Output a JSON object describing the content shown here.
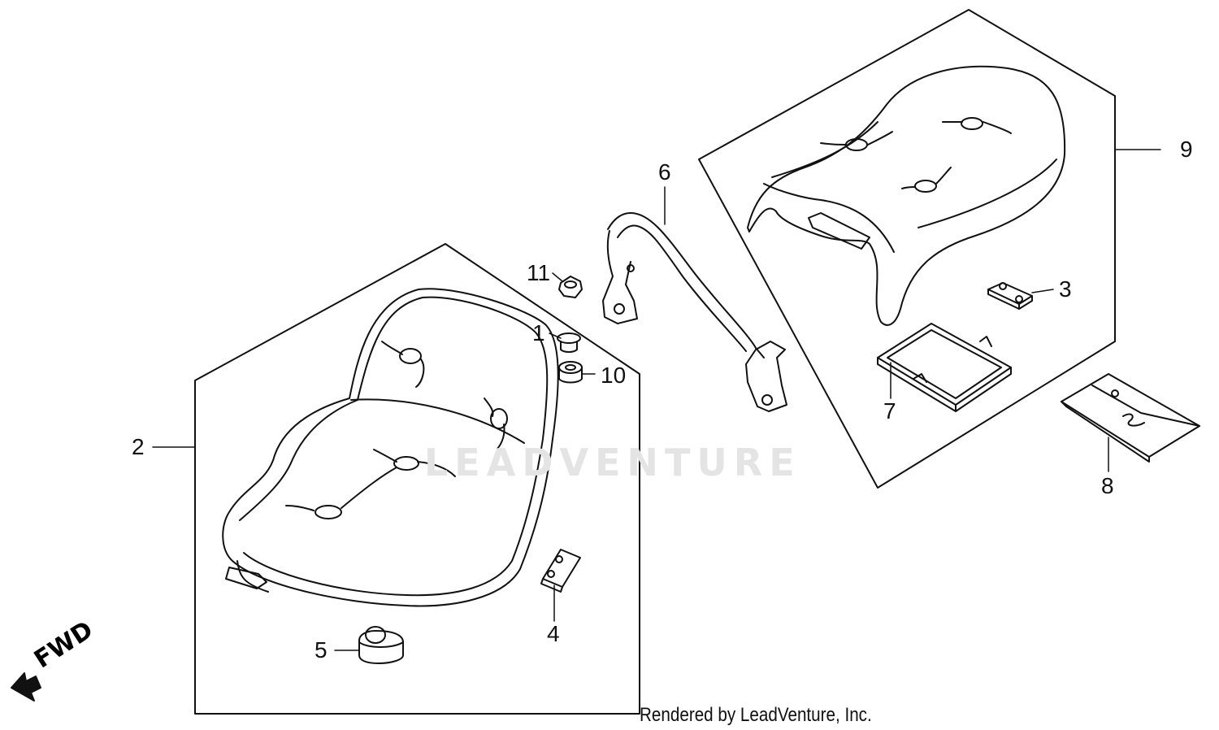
{
  "diagram": {
    "watermark": "LEADVENTURE",
    "credit": "Rendered by LeadVenture, Inc.",
    "direction_label": "FWD",
    "callouts": [
      {
        "id": "1",
        "label": "1"
      },
      {
        "id": "2",
        "label": "2"
      },
      {
        "id": "3",
        "label": "3"
      },
      {
        "id": "4",
        "label": "4"
      },
      {
        "id": "5",
        "label": "5"
      },
      {
        "id": "6",
        "label": "6"
      },
      {
        "id": "7",
        "label": "7"
      },
      {
        "id": "8",
        "label": "8"
      },
      {
        "id": "9",
        "label": "9"
      },
      {
        "id": "10",
        "label": "10"
      },
      {
        "id": "11",
        "label": "11"
      }
    ]
  }
}
